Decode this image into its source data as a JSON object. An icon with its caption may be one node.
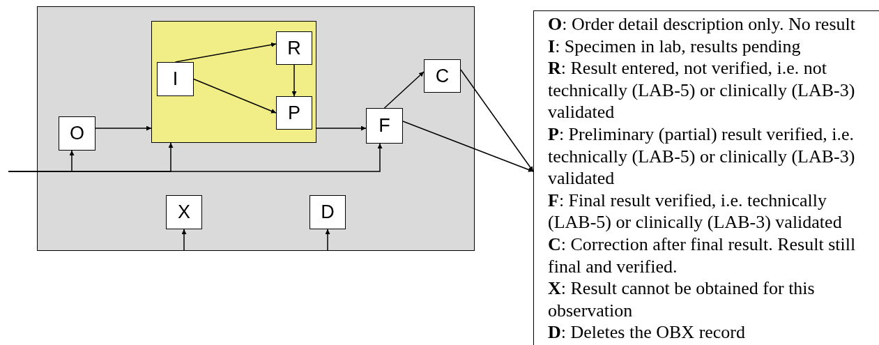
{
  "diagram": {
    "nodes": [
      {
        "text": [],
        "shape": "box"
      },
      {
        "text": [],
        "shape": "box",
        "in": 0
      },
      {
        "text": [
          "I"
        ],
        "in": 1
      },
      {
        "text": [
          "R"
        ],
        "in": 1
      },
      {
        "text": [
          "P"
        ],
        "in": 1
      },
      {
        "text": [
          "O"
        ],
        "in": 0
      },
      {
        "text": [
          "F"
        ],
        "in": 0
      },
      {
        "text": [
          "C"
        ],
        "in": 0
      },
      {
        "text": [
          "X"
        ],
        "in": 0
      },
      {
        "text": [
          "D"
        ],
        "in": 0
      },
      {
        "text": [
          "**O**: Order detail description only. No result",
          "**I**: Specimen in lab, results pending",
          "**R**: Result entered, not verified, i.e. not technically (LAB-5) or clinically (LAB-3) validated",
          "**P**: Preliminary (partial) result verified, i.e. technically (LAB-5) or clinically (LAB-3) validated",
          "**F**: Final result verified, i.e. technically (LAB-5) or clinically (LAB-3) validated",
          "**C**: Correction after final result. Result still final and verified.",
          "**X**: Result cannot be obtained for this observation",
          "**D**: Deletes the OBX record"
        ]
      }
    ],
    "edges": [
      {
        "from": 2,
        "to": 3,
        "arrow": "to"
      },
      {
        "from": 2,
        "to": 4,
        "arrow": "to"
      },
      {
        "from": 3,
        "to": 4,
        "arrow": "to"
      },
      {
        "from": 5,
        "to": 1,
        "arrow": "to"
      },
      {
        "from": 1,
        "to": 6,
        "arrow": "to"
      },
      {
        "from": 6,
        "to": 7,
        "arrow": "to"
      },
      {
        "from": 7,
        "to": 10,
        "arrow": "to"
      },
      {
        "from": 6,
        "to": 10,
        "arrow": "to"
      },
      {
        "from": null,
        "to": 5,
        "arrow": "to"
      },
      {
        "from": null,
        "to": 1,
        "arrow": "to"
      },
      {
        "from": null,
        "to": 6,
        "arrow": "to"
      },
      {
        "from": null,
        "to": 8,
        "arrow": "to"
      },
      {
        "from": null,
        "to": 9,
        "arrow": "to"
      }
    ]
  }
}
